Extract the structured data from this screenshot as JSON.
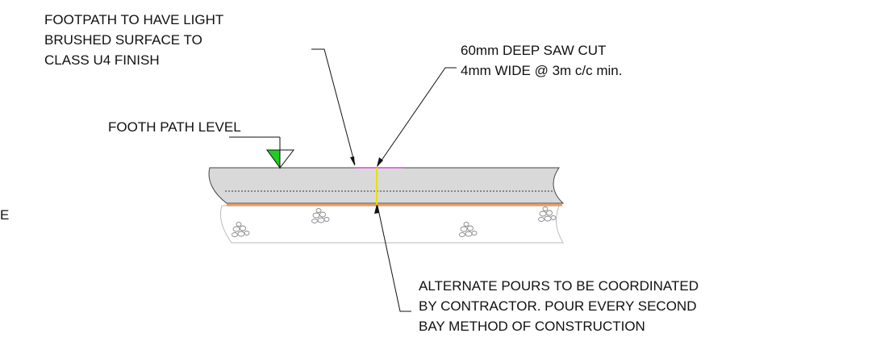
{
  "notes": {
    "finish": [
      "FOOTPATH TO HAVE LIGHT",
      "BRUSHED SURFACE TO",
      "CLASS U4 FINISH"
    ],
    "saw_cut": [
      "60mm DEEP SAW CUT",
      "4mm WIDE @ 3m c/c min."
    ],
    "level": "FOOTH PATH LEVEL",
    "pours": [
      "ALTERNATE POURS TO BE COORDINATED",
      "BY CONTRACTOR. POUR EVERY SECOND",
      "BAY METHOD OF CONSTRUCTION"
    ],
    "edge_fragment": "E"
  },
  "colors": {
    "slab_fill": "#d9d9d9",
    "membrane": "#e0a070",
    "saw_cut": "#e8e000",
    "surface_highlight": "#e070e0",
    "level_marker": "#22cc22",
    "base_outline": "#bbbbbb"
  }
}
